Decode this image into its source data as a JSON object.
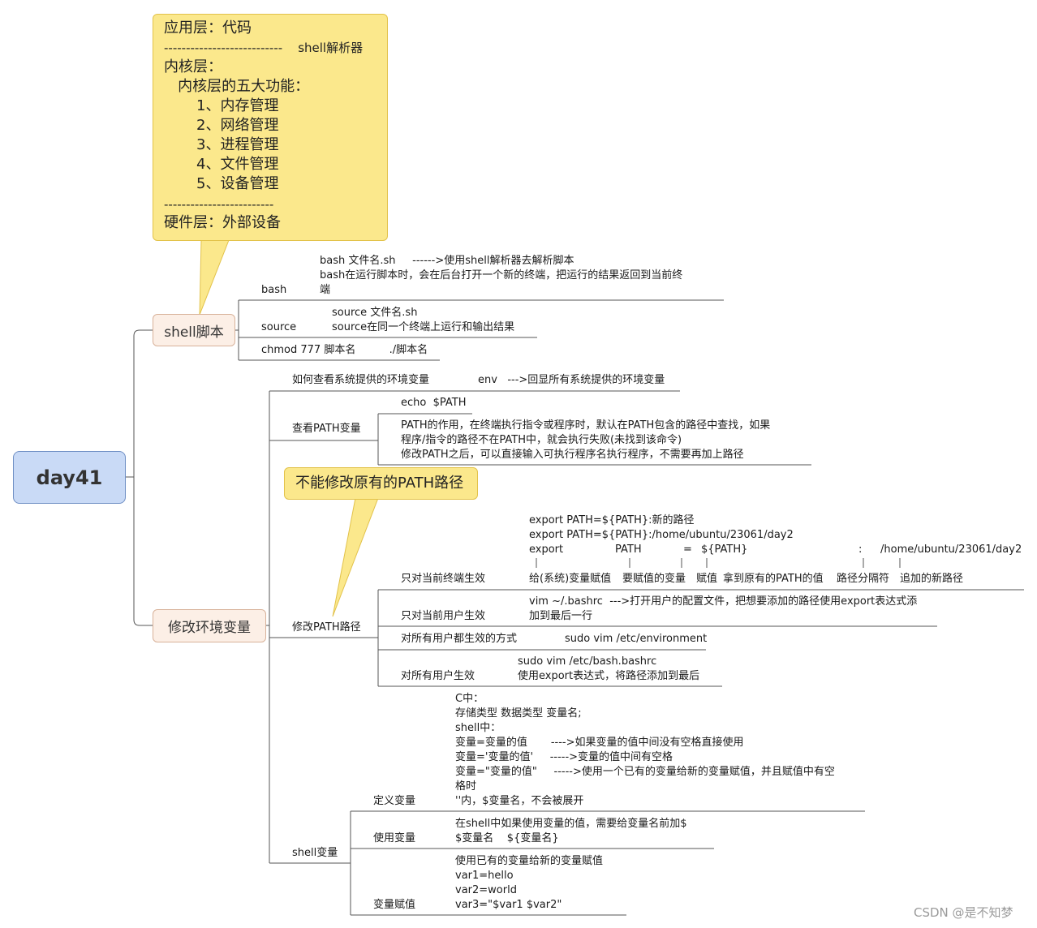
{
  "root": "day41",
  "callout_top": {
    "lines": [
      "应用层：代码",
      "---------------------------    shell解析器",
      "内核层：",
      "   内核层的五大功能：",
      "       1、内存管理",
      "       2、网络管理",
      "       3、进程管理",
      "       4、文件管理",
      "       5、设备管理",
      "-------------------------",
      "硬件层：外部设备"
    ]
  },
  "callout_path": "不能修改原有的PATH路径",
  "shell_script": {
    "label": "shell脚本",
    "bash": {
      "label": "bash",
      "lines": [
        "bash 文件名.sh     ------>使用shell解析器去解析脚本",
        "bash在运行脚本时，会在后台打开一个新的终端，把运行的结果返回到当前终",
        "端"
      ]
    },
    "source": {
      "label": "source",
      "lines": [
        "source 文件名.sh",
        "source在同一个终端上运行和输出结果"
      ]
    },
    "chmod": "chmod 777 脚本名          ./脚本名"
  },
  "env_var": {
    "label": "修改环境变量",
    "view_system": {
      "label": "如何查看系统提供的环境变量",
      "content": "env   --->回显所有系统提供的环境变量"
    },
    "view_path": {
      "label": "查看PATH变量",
      "echo": "echo  $PATH",
      "desc": [
        "PATH的作用，在终端执行指令或程序时，默认在PATH包含的路径中查找，如果",
        "程序/指令的路径不在PATH中，就会执行失败(未找到该命令)",
        "修改PATH之后，可以直接输入可执行程序名执行程序，不需要再加上路径"
      ]
    },
    "modify_path": {
      "label": "修改PATH路径",
      "current_terminal": {
        "label": "只对当前终端生效",
        "lines": [
          "export PATH=${PATH}:新的路径",
          "export PATH=${PATH}:/home/ubuntu/23061/day2"
        ],
        "tokens": [
          "export",
          "PATH",
          "=",
          "${PATH}",
          ":",
          "/home/ubuntu/23061/day2"
        ],
        "notes": [
          "给(系统)变量赋值",
          "要赋值的变量",
          "赋值",
          "拿到原有的PATH的值",
          "路径分隔符",
          "追加的新路径"
        ]
      },
      "current_user": {
        "label": "只对当前用户生效",
        "lines": [
          "vim ~/.bashrc  --->打开用户的配置文件，把想要添加的路径使用export表达式添",
          "加到最后一行"
        ]
      },
      "all_users_way": {
        "label": "对所有用户都生效的方式",
        "content": "sudo vim /etc/environment"
      },
      "all_users": {
        "label": "对所有用户生效",
        "lines": [
          "sudo vim /etc/bash.bashrc",
          "使用export表达式，将路径添加到最后"
        ]
      }
    },
    "shell_var": {
      "label": "shell变量",
      "define": {
        "label": "定义变量",
        "lines": [
          "C中：",
          "存储类型 数据类型 变量名;",
          "shell中：",
          "变量=变量的值       ---->如果变量的值中间没有空格直接使用",
          "变量='变量的值'     ----->变量的值中间有空格",
          "变量=\"变量的值\"     ----->使用一个已有的变量给新的变量赋值，并且赋值中有空",
          "格时",
          "''内，$变量名，不会被展开"
        ]
      },
      "use": {
        "label": "使用变量",
        "lines": [
          "在shell中如果使用变量的值，需要给变量名前加$",
          "$变量名    ${变量名}"
        ]
      },
      "assign": {
        "label": "变量赋值",
        "lines": [
          "使用已有的变量给新的变量赋值",
          "var1=hello",
          "var2=world",
          "var3=\"$var1 $var2\""
        ]
      }
    }
  },
  "watermark": "CSDN @是不知梦"
}
